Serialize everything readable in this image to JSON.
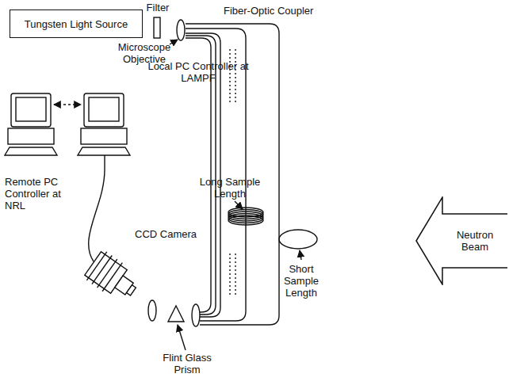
{
  "diagram": {
    "nodes": [
      {
        "text": [
          "Tungsten Light Source"
        ]
      },
      {
        "text": [
          "Neutron Beam"
        ]
      }
    ],
    "labels": [
      "Filter",
      "Fiber-Optic Coupler",
      "Microscope Objective",
      "Local PC Controller at LAMPF",
      "Long Sample Length",
      "Remote PC Controller at NRL",
      "CCD Camera",
      "Short Sample Length",
      "Flint Glass Prism"
    ]
  }
}
